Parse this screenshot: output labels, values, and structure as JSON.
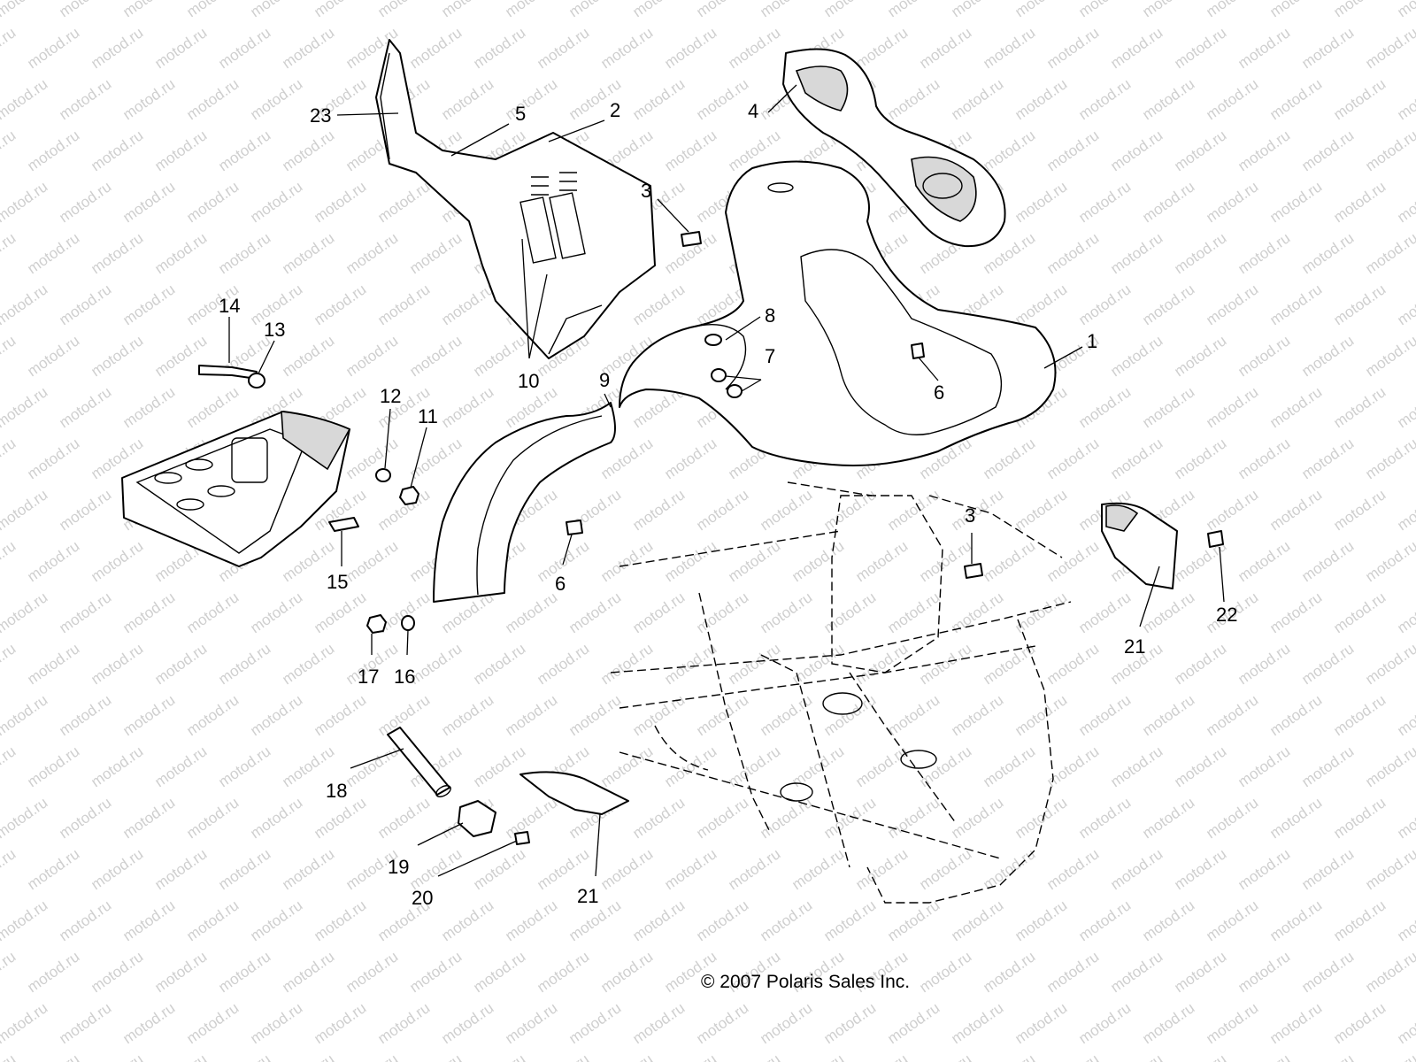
{
  "watermark": "motod.ru",
  "copyright": "© 2007 Polaris Sales Inc.",
  "callouts": {
    "c1": "1",
    "c2": "2",
    "c3a": "3",
    "c3b": "3",
    "c4": "4",
    "c5": "5",
    "c6a": "6",
    "c6b": "6",
    "c7": "7",
    "c8": "8",
    "c9": "9",
    "c10": "10",
    "c11": "11",
    "c12": "12",
    "c13": "13",
    "c14": "14",
    "c15": "15",
    "c16": "16",
    "c17": "17",
    "c18": "18",
    "c19": "19",
    "c20": "20",
    "c21a": "21",
    "c21b": "21",
    "c22": "22",
    "c23": "23"
  }
}
